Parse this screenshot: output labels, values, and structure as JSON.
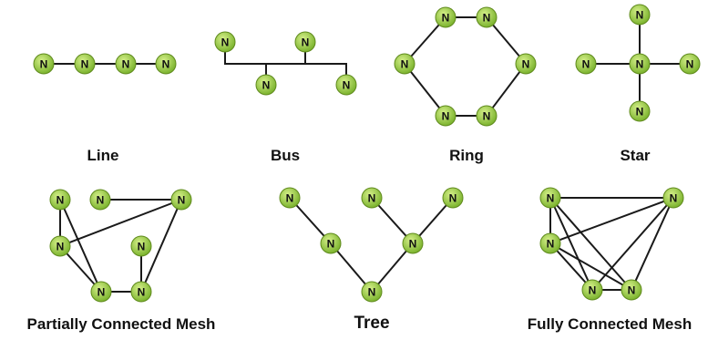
{
  "node_label": "N",
  "colors": {
    "node_fill_light": "#d6f08a",
    "node_fill_dark": "#7bb32e",
    "node_stroke": "#5f8a1c",
    "edge": "#1a1a1a",
    "text": "#111111"
  },
  "topologies": [
    {
      "key": "line",
      "caption": "Line",
      "nodes": [
        "n1",
        "n2",
        "n3",
        "n4"
      ],
      "edges": [
        [
          "n1",
          "n2"
        ],
        [
          "n2",
          "n3"
        ],
        [
          "n3",
          "n4"
        ]
      ]
    },
    {
      "key": "bus",
      "caption": "Bus",
      "nodes": [
        "n1",
        "n2",
        "n3",
        "n4"
      ],
      "bus_connections": "each node attaches to a shared backbone line"
    },
    {
      "key": "ring",
      "caption": "Ring",
      "nodes": [
        "n1",
        "n2",
        "n3",
        "n4",
        "n5",
        "n6"
      ],
      "edges": [
        [
          "n1",
          "n2"
        ],
        [
          "n2",
          "n3"
        ],
        [
          "n3",
          "n4"
        ],
        [
          "n4",
          "n5"
        ],
        [
          "n5",
          "n6"
        ],
        [
          "n6",
          "n1"
        ]
      ]
    },
    {
      "key": "star",
      "caption": "Star",
      "nodes": [
        "center",
        "top",
        "left",
        "right",
        "bottom"
      ],
      "edges": [
        [
          "center",
          "top"
        ],
        [
          "center",
          "left"
        ],
        [
          "center",
          "right"
        ],
        [
          "center",
          "bottom"
        ]
      ]
    },
    {
      "key": "partial",
      "caption": "Partially Connected Mesh",
      "nodes": [
        "a",
        "b",
        "c",
        "d",
        "e",
        "f",
        "g"
      ],
      "edges": [
        [
          "a",
          "d"
        ],
        [
          "a",
          "e"
        ],
        [
          "b",
          "c"
        ],
        [
          "c",
          "d"
        ],
        [
          "c",
          "f"
        ],
        [
          "d",
          "e"
        ],
        [
          "e",
          "f"
        ],
        [
          "g",
          "f"
        ]
      ]
    },
    {
      "key": "tree",
      "caption": "Tree",
      "nodes": [
        "l1",
        "l2",
        "l3",
        "m1",
        "m2",
        "root"
      ],
      "edges": [
        [
          "l1",
          "m1"
        ],
        [
          "l2",
          "m2"
        ],
        [
          "l3",
          "m2"
        ],
        [
          "m1",
          "root"
        ],
        [
          "m2",
          "root"
        ]
      ]
    },
    {
      "key": "full",
      "caption": "Fully Connected Mesh",
      "nodes": [
        "a",
        "b",
        "c",
        "d",
        "e"
      ],
      "edges": [
        [
          "a",
          "b"
        ],
        [
          "a",
          "c"
        ],
        [
          "a",
          "d"
        ],
        [
          "a",
          "e"
        ],
        [
          "b",
          "c"
        ],
        [
          "b",
          "d"
        ],
        [
          "b",
          "e"
        ],
        [
          "c",
          "d"
        ],
        [
          "c",
          "e"
        ],
        [
          "d",
          "e"
        ]
      ]
    }
  ]
}
